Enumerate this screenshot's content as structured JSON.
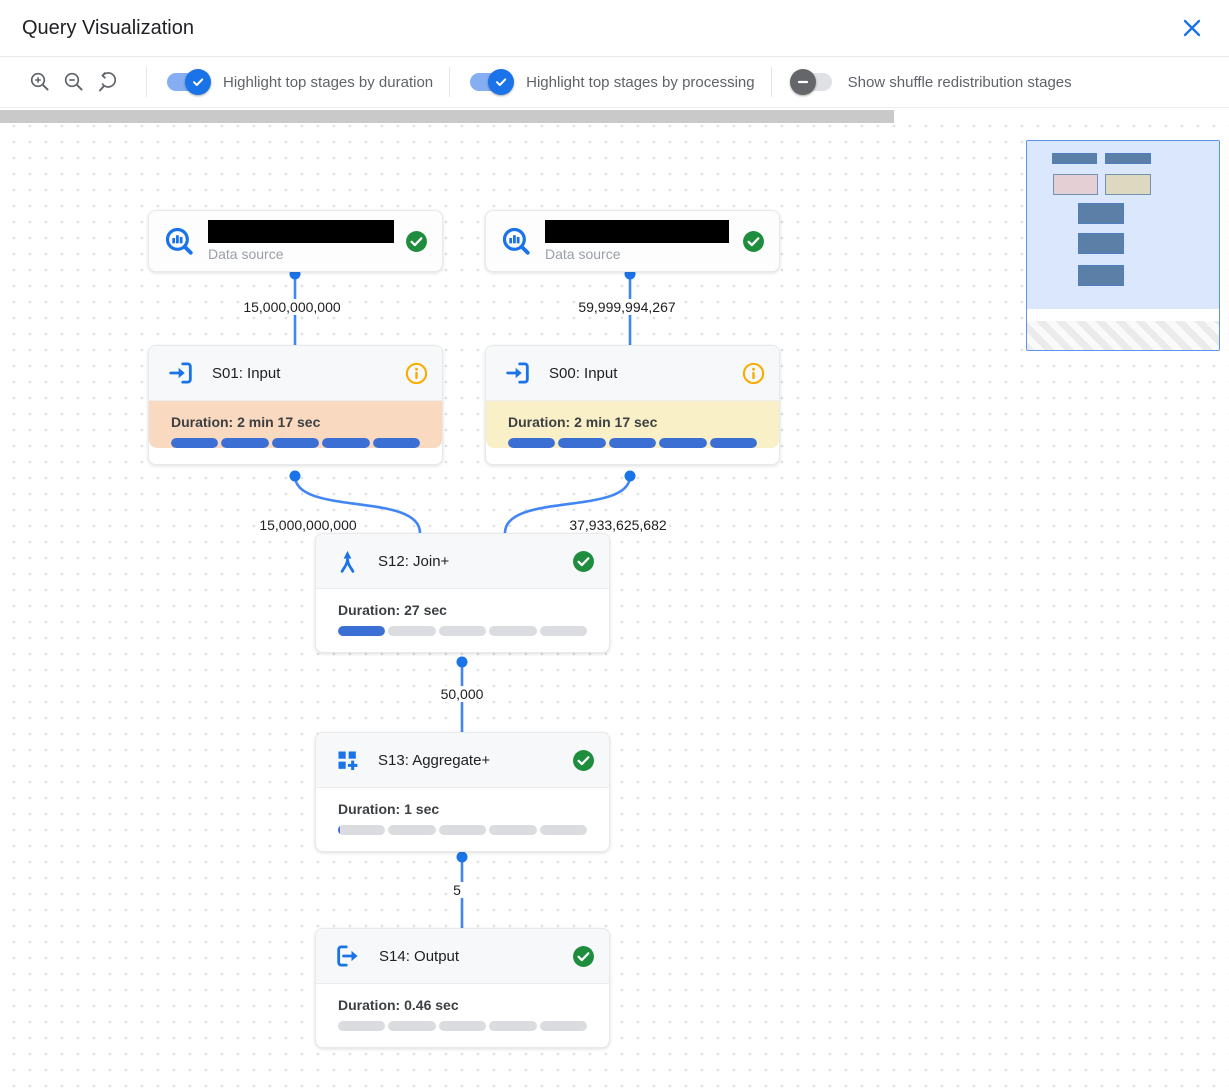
{
  "header": {
    "title": "Query Visualization"
  },
  "toolbar": {
    "zoom_icons": [
      "zoom-in",
      "zoom-out",
      "zoom-reset"
    ],
    "toggles": [
      {
        "label": "Highlight top stages by duration",
        "state": "on"
      },
      {
        "label": "Highlight top stages by processing",
        "state": "on"
      },
      {
        "label": "Show shuffle redistribution stages",
        "state": "off"
      }
    ]
  },
  "canvas": {
    "nodes": [
      {
        "id": "ds1",
        "type": "data-source",
        "label": "Data source",
        "status": "success",
        "name_redacted": true
      },
      {
        "id": "ds2",
        "type": "data-source",
        "label": "Data source",
        "status": "success",
        "name_redacted": true
      },
      {
        "id": "s01",
        "type": "stage",
        "title": "S01: Input",
        "status": "info",
        "duration_label": "Duration: 2 min 17 sec",
        "highlight": "duration",
        "segments": [
          1,
          1,
          1,
          1,
          1
        ]
      },
      {
        "id": "s00",
        "type": "stage",
        "title": "S00: Input",
        "status": "info",
        "duration_label": "Duration: 2 min 17 sec",
        "highlight": "processing",
        "segments": [
          1,
          1,
          1,
          1,
          1
        ]
      },
      {
        "id": "s12",
        "type": "stage",
        "title": "S12: Join+",
        "status": "success",
        "duration_label": "Duration: 27 sec",
        "highlight": "none",
        "segments": [
          1,
          0,
          0,
          0,
          0
        ]
      },
      {
        "id": "s13",
        "type": "stage",
        "title": "S13: Aggregate+",
        "status": "success",
        "duration_label": "Duration: 1 sec",
        "highlight": "none",
        "segments": [
          0.05,
          0,
          0,
          0,
          0
        ]
      },
      {
        "id": "s14",
        "type": "stage",
        "title": "S14: Output",
        "status": "success",
        "duration_label": "Duration: 0.46 sec",
        "highlight": "none",
        "segments": [
          0,
          0,
          0,
          0,
          0
        ]
      }
    ],
    "edge_labels": [
      "15,000,000,000",
      "59,999,994,267",
      "15,000,000,000",
      "37,933,625,682",
      "50,000",
      "5"
    ]
  },
  "colors": {
    "accent_blue": "#1a73e8",
    "edge_blue": "#4285f4",
    "bar_blue": "#3c6fd4",
    "bar_track": "#dadce0",
    "success_green": "#1e8e3e",
    "info_orange": "#f9ab00",
    "highlight_duration_bg": "#f9d9c0",
    "highlight_processing_bg": "#faf0c8"
  }
}
